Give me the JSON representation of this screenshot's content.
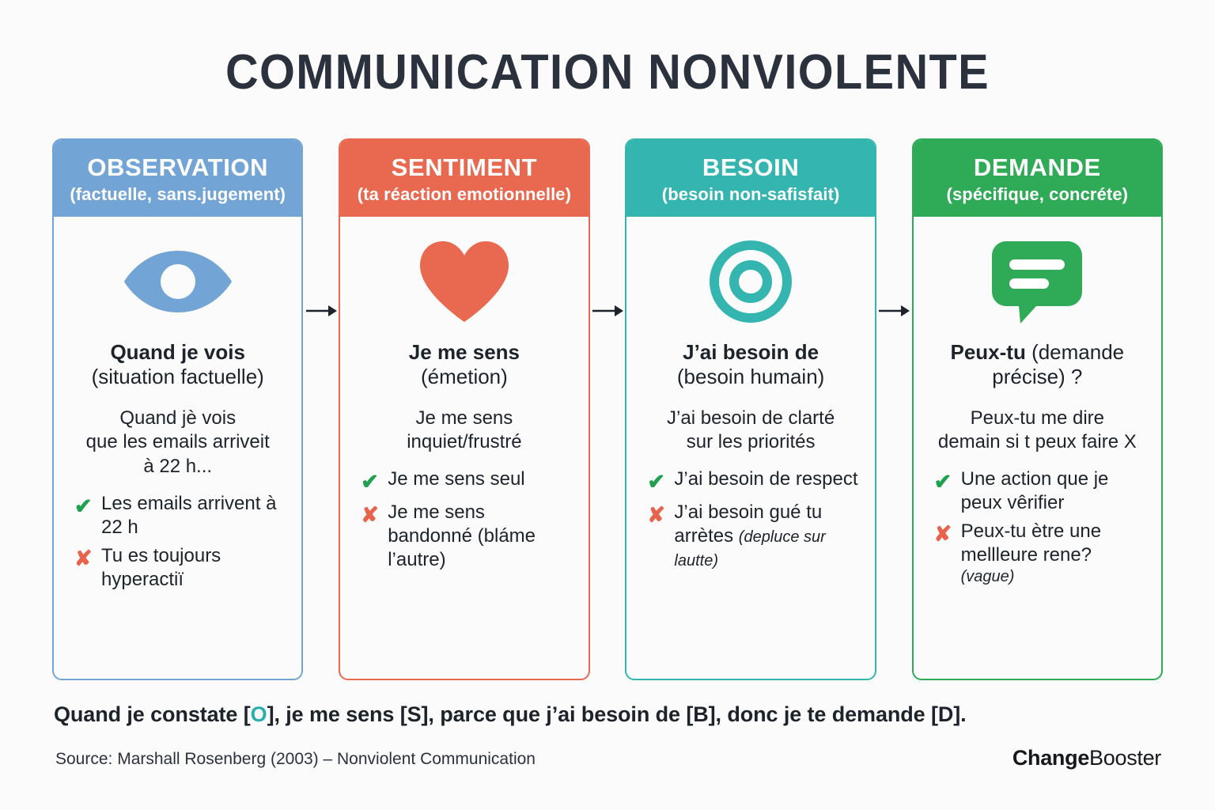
{
  "title": "COMMUNICATION NONVIOLENTE",
  "colors": {
    "observation": "#72a4d6",
    "sentiment": "#e8694f",
    "besoin": "#35b5b0",
    "demande": "#2faa57",
    "check": "#1fa14f",
    "cross": "#e8634c",
    "accent_o": "#25b0ae",
    "background": "#fbfbfb"
  },
  "columns": [
    {
      "key": "observation",
      "header_title": "OBSERVATION",
      "header_sub": "(factuelle, sans.jugement)",
      "icon": "eye-icon",
      "lead_bold": "Quand je vois",
      "lead_rest": "(situation factuelle)",
      "example": "Quand jè vois\nque les emails arriveit\nà 22 h...",
      "bullets": [
        {
          "mark": "check",
          "text": "Les emails arrivent à 22 h",
          "note": ""
        },
        {
          "mark": "cross",
          "text": "Tu es toujours hyperactiï",
          "note": ""
        }
      ]
    },
    {
      "key": "sentiment",
      "header_title": "SENTIMENT",
      "header_sub": "(ta réaction emotionnelle)",
      "icon": "heart-icon",
      "lead_bold": "Je me sens",
      "lead_rest": "(émetion)",
      "example": "Je me sens\ninquiet/frustré",
      "bullets": [
        {
          "mark": "check",
          "text": "Je me sens seul",
          "note": ""
        },
        {
          "mark": "cross",
          "text": "Je me sens bandonné (bláme l’autre)",
          "note": ""
        }
      ]
    },
    {
      "key": "besoin",
      "header_title": "BESOIN",
      "header_sub": "(besoin non-safisfait)",
      "icon": "target-icon",
      "lead_bold": "J’ai besoin de",
      "lead_rest": "(besoin humain)",
      "example": "J’ai besoin de clarté\nsur les priorités",
      "bullets": [
        {
          "mark": "check",
          "text": "J’ai besoin de respect",
          "note": ""
        },
        {
          "mark": "cross",
          "text": "J’ai besoin gué tu arrètes",
          "note": "(depluce sur lautte)"
        }
      ]
    },
    {
      "key": "demande",
      "header_title": "DEMANDE",
      "header_sub": "(spécifique, concréte)",
      "icon": "speech-bubble-icon",
      "lead_bold": "Peux-tu",
      "lead_rest": "(demande précise) ?",
      "example": "Peux-tu me dire\ndemain si t peux faire X",
      "bullets": [
        {
          "mark": "check",
          "text": "Une action que je peux vêrifier",
          "note": ""
        },
        {
          "mark": "cross",
          "text": "Peux-tu ètre une mellleure rene?",
          "note": "(vague)"
        }
      ]
    }
  ],
  "arrows": [
    "→",
    "→",
    "→"
  ],
  "formula": {
    "part1": "Quand je constate [",
    "accent": "O",
    "part2": "], je me sens [S], parce que j’ai besoin de [B], donc je te demande [D]."
  },
  "source": "Source: Marshall Rosenberg (2003) – Nonviolent Communication",
  "brand": {
    "part1": "Change",
    "part2": "Booster"
  }
}
